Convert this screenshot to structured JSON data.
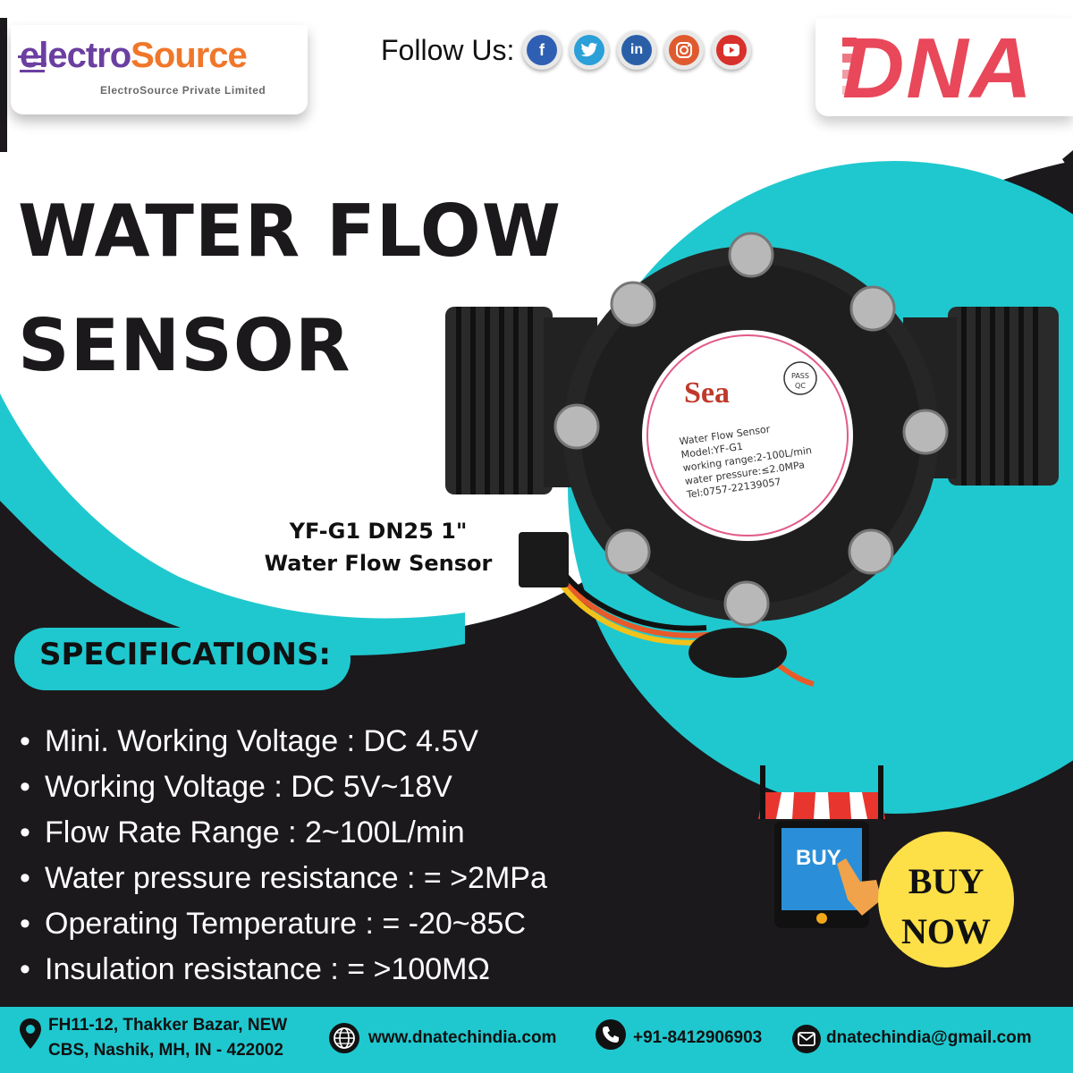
{
  "header": {
    "logo": {
      "part1": "electro",
      "part2": "Source",
      "tagline": "ElectroSource Private Limited"
    },
    "follow_label": "Follow Us:",
    "social_icons": [
      "facebook-icon",
      "twitter-icon",
      "linkedin-icon",
      "instagram-icon",
      "youtube-icon"
    ],
    "brand": "DNA"
  },
  "title": {
    "line1": "WATER FLOW",
    "line2": "SENSOR"
  },
  "product": {
    "caption_line1": "YF-G1 DN25 1\"",
    "caption_line2": "Water Flow Sensor",
    "label": {
      "brand": "Sea",
      "pass": "PASS",
      "qc": "QC",
      "line1": "Water Flow Sensor",
      "line2": "Model:YF-G1",
      "line3": "working range:2-100L/min",
      "line4": "water pressure:≤2.0MPa",
      "line5": "Tel:0757-22139057"
    }
  },
  "specifications": {
    "heading": "SPECIFICATIONS:",
    "items": [
      "Mini. Working Voltage : DC 4.5V",
      "Working Voltage : DC 5V~18V",
      "Flow Rate Range : 2~100L/min",
      "Water pressure resistance : = >2MPa",
      "Operating Temperature : = -20~85C",
      "Insulation resistance : = >100MΩ"
    ]
  },
  "buy": {
    "phone_label": "BUY",
    "line1": "BUY",
    "line2": "NOW"
  },
  "footer": {
    "address_line1": "FH11-12, Thakker Bazar, NEW",
    "address_line2": "CBS, Nashik, MH, IN - 422002",
    "website": "www.dnatechindia.com",
    "phone": "+91-8412906903",
    "email": "dnatechindia@gmail.com"
  },
  "colors": {
    "accent": "#1fc8cf",
    "dark": "#1b191c",
    "brand": "#e8485a",
    "buy": "#fde047"
  }
}
